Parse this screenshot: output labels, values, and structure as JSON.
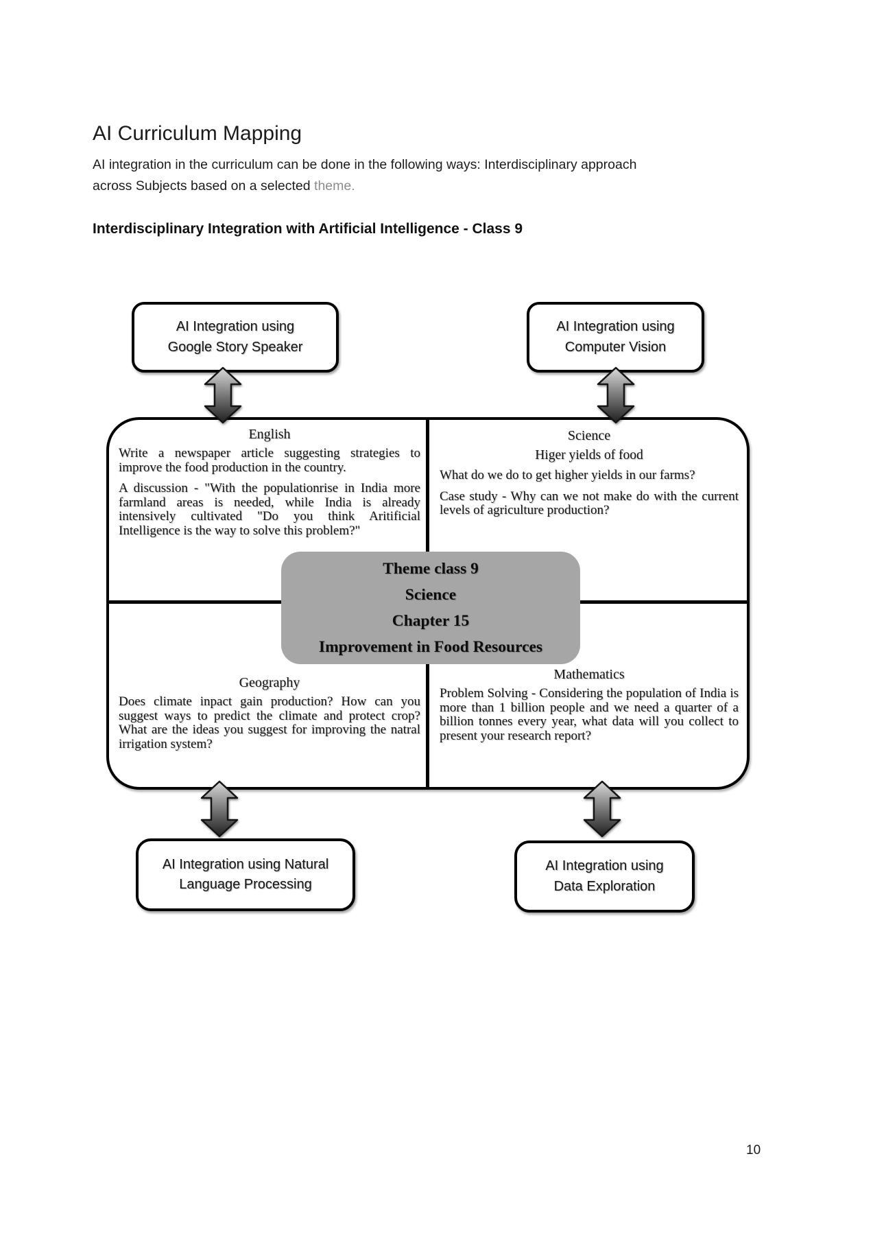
{
  "page": {
    "title": "AI Curriculum Mapping",
    "intro_line1": "AI integration in the curriculum can be done in the following ways: Interdisciplinary approach",
    "intro_line2_plain": "across Subjects based on a selected ",
    "intro_line2_highlight": "theme.",
    "section_heading": "Interdisciplinary Integration with Artificial Intelligence - Class 9",
    "page_number": "10"
  },
  "diagram": {
    "top_left_box": {
      "line1": "AI Integration using",
      "line2": "Google Story Speaker"
    },
    "top_right_box": {
      "line1": "AI Integration using",
      "line2": "Computer Vision"
    },
    "bottom_left_box": {
      "line1": "AI Integration using Natural",
      "line2": "Language Processing"
    },
    "bottom_right_box": {
      "line1": "AI Integration using",
      "line2": "Data Exploration"
    },
    "quadrants": {
      "english": {
        "heading": "English",
        "p1": "Write a newspaper article suggesting strategies to improve the food production in the country.",
        "p2": "A discussion - \"With the populationrise in India more farmland areas is needed, while India is already intensively cultivated \"Do you think Aritificial Intelligence is the way to solve this problem?\""
      },
      "science": {
        "heading": "Science",
        "subheading": "Higer yields of food",
        "p1": "What do we do to get higher yields in our farms?",
        "p2": "Case study - Why can we not make do with the current levels of agriculture production?"
      },
      "geography": {
        "heading": "Geography",
        "p1": "Does climate inpact gain production? How can you suggest ways to predict the climate and protect crop? What are the ideas you suggest for improving the natral irrigation system?"
      },
      "mathematics": {
        "heading": "Mathematics",
        "p1": "Problem Solving - Considering the population of India is more than 1 billion people and we need a quarter of a billion tonnes every year, what data will you collect to present your research report?"
      }
    },
    "theme_box": {
      "line1": "Theme class 9",
      "line2": "Science",
      "line3": "Chapter 15",
      "line4": "Improvement in Food Resources"
    },
    "colors": {
      "theme_box_bg": "#a6a6a6",
      "arrow_gradient_top": "#d9d9d9",
      "arrow_gradient_bottom": "#1f1f1f",
      "intro_highlight_color": "#8c8c8c"
    }
  }
}
